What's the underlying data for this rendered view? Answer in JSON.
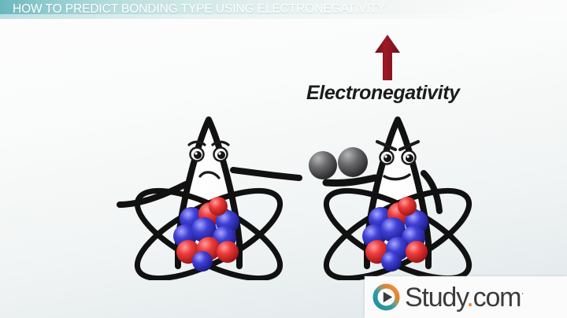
{
  "header": {
    "title": "HOW TO PREDICT BONDING TYPE USING ELECTRONEGATIVITY",
    "gradient_start": "#67b7bd",
    "gradient_end": "#fbfcfb",
    "text_color": "#ffffff"
  },
  "annotation": {
    "label": "Electronegativity",
    "arrow_direction": "up",
    "arrow_color": "#8b1620"
  },
  "scene": {
    "background_top": "#fdfdfd",
    "background_bottom": "#dfe6e9",
    "atoms": [
      {
        "id": "atom-left",
        "name": "sad-atom",
        "expression": "sad",
        "mouth": "frown",
        "holds_electrons": false,
        "stolen_electron_count": 0,
        "outline_color": "#111111",
        "nucleus": {
          "proton_color": "#e23030",
          "neutron_color": "#3b3bd9",
          "particle_count": 11
        }
      },
      {
        "id": "atom-right",
        "name": "angry-atom",
        "expression": "angry",
        "mouth": "smirk",
        "holds_electrons": true,
        "stolen_electron_count": 2,
        "electron_color": "#59595b",
        "outline_color": "#111111",
        "nucleus": {
          "proton_color": "#e23030",
          "neutron_color": "#3b3bd9",
          "particle_count": 11
        }
      }
    ]
  },
  "logo": {
    "brand": "Study",
    "dot": ".",
    "tld": "com",
    "trademark": "·",
    "icon": "play-circle-icon",
    "icon_colors": {
      "teal": "#2f9aa4",
      "orange": "#e8812b",
      "play_triangle": "#3b3b3b"
    },
    "panel_color": "#fbfbfb"
  }
}
